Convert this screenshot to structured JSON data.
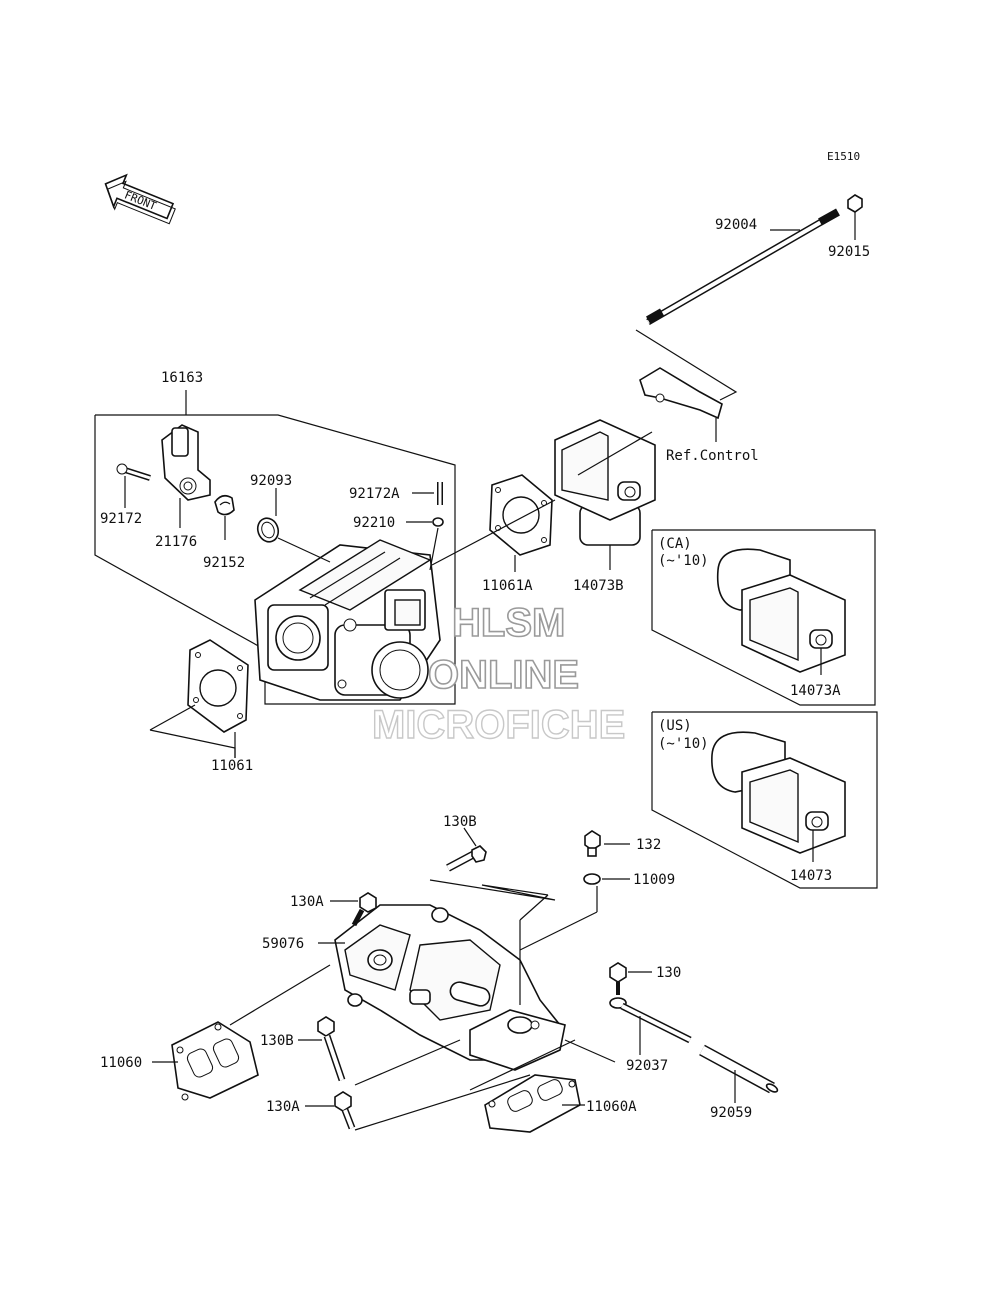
{
  "diagram_code": "E1510",
  "front_arrow_label": "FRONT",
  "watermark": {
    "line1": "HLSM",
    "line2": "ONLINE",
    "line3": "MICROFICHE"
  },
  "ref_control": "Ref.Control",
  "variant_ca": {
    "region": "(CA)",
    "years": "(~'10)",
    "part": "14073A"
  },
  "variant_us": {
    "region": "(US)",
    "years": "(~'10)",
    "part": "14073"
  },
  "labels": {
    "p92004": "92004",
    "p92015": "92015",
    "p16163": "16163",
    "p92093": "92093",
    "p92172A": "92172A",
    "p92210": "92210",
    "p92172": "92172",
    "p21176": "21176",
    "p92152": "92152",
    "p11061A": "11061A",
    "p14073B": "14073B",
    "p11061": "11061",
    "p130B_top": "130B",
    "p132": "132",
    "p11009": "11009",
    "p130A_top": "130A",
    "p59076": "59076",
    "p130": "130",
    "p11060": "11060",
    "p130B_bot": "130B",
    "p92037": "92037",
    "p130A_bot": "130A",
    "p11060A": "11060A",
    "p92059": "92059"
  }
}
